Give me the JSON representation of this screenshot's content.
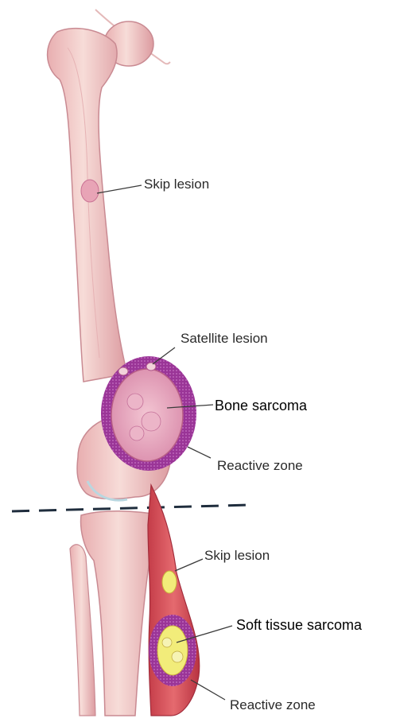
{
  "labels": {
    "skip_lesion_upper": "Skip lesion",
    "satellite_lesion": "Satellite lesion",
    "bone_sarcoma": "Bone sarcoma",
    "reactive_zone_bone": "Reactive zone",
    "skip_lesion_lower": "Skip lesion",
    "soft_tissue_sarcoma": "Soft tissue sarcoma",
    "reactive_zone_soft": "Reactive zone"
  },
  "colors": {
    "bone": "#f3c9c7",
    "bone_shadow": "#d98f96",
    "muscle": "#d9515a",
    "tumor": "#e7a2bb",
    "reactive_zone": "#8e2c8c",
    "lesion_yellow": "#f2ec7a",
    "leader_line": "#3a3a3a",
    "cut_line": "#1f2d3d"
  }
}
